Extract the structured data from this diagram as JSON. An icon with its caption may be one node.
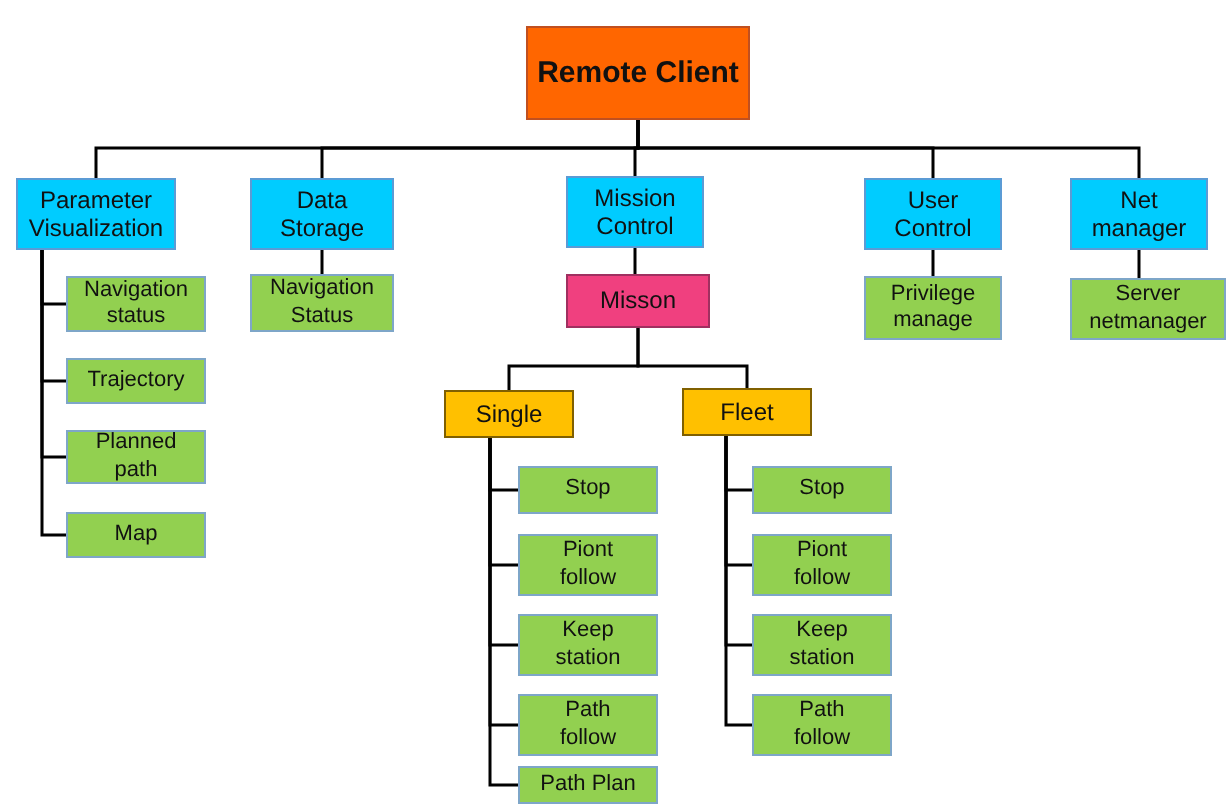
{
  "diagram": {
    "nodes": [
      {
        "text": [
          "Remote Client"
        ]
      },
      {
        "text": [
          "Parameter Visualization"
        ]
      },
      {
        "text": [
          "Data Storage"
        ]
      },
      {
        "text": [
          "Mission Control"
        ]
      },
      {
        "text": [
          "User Control"
        ]
      },
      {
        "text": [
          "Net manager"
        ]
      },
      {
        "text": [
          "Navigation status"
        ]
      },
      {
        "text": [
          "Trajectory"
        ]
      },
      {
        "text": [
          "Planned path"
        ]
      },
      {
        "text": [
          "Map"
        ]
      },
      {
        "text": [
          "Navigation Status"
        ]
      },
      {
        "text": [
          "Misson"
        ]
      },
      {
        "text": [
          "Privilege manage"
        ]
      },
      {
        "text": [
          "Server netmanager"
        ]
      },
      {
        "text": [
          "Single"
        ]
      },
      {
        "text": [
          "Fleet"
        ]
      },
      {
        "text": [
          "Stop"
        ]
      },
      {
        "text": [
          "Piont follow"
        ]
      },
      {
        "text": [
          "Keep station"
        ]
      },
      {
        "text": [
          "Path follow"
        ]
      },
      {
        "text": [
          "Path Plan"
        ]
      },
      {
        "text": [
          "Stop"
        ]
      },
      {
        "text": [
          "Piont follow"
        ]
      },
      {
        "text": [
          "Keep station"
        ]
      },
      {
        "text": [
          "Path follow"
        ]
      }
    ],
    "edges": [
      {
        "from": 0,
        "to": 1,
        "arrow": "none"
      },
      {
        "from": 0,
        "to": 2,
        "arrow": "none"
      },
      {
        "from": 0,
        "to": 3,
        "arrow": "none"
      },
      {
        "from": 0,
        "to": 4,
        "arrow": "none"
      },
      {
        "from": 0,
        "to": 5,
        "arrow": "none"
      },
      {
        "from": 1,
        "to": 6,
        "arrow": "none"
      },
      {
        "from": 1,
        "to": 7,
        "arrow": "none"
      },
      {
        "from": 1,
        "to": 8,
        "arrow": "none"
      },
      {
        "from": 1,
        "to": 9,
        "arrow": "none"
      },
      {
        "from": 2,
        "to": 10,
        "arrow": "none"
      },
      {
        "from": 3,
        "to": 11,
        "arrow": "none"
      },
      {
        "from": 4,
        "to": 12,
        "arrow": "none"
      },
      {
        "from": 5,
        "to": 13,
        "arrow": "none"
      },
      {
        "from": 11,
        "to": 14,
        "arrow": "none"
      },
      {
        "from": 11,
        "to": 15,
        "arrow": "none"
      },
      {
        "from": 14,
        "to": 16,
        "arrow": "none"
      },
      {
        "from": 14,
        "to": 17,
        "arrow": "none"
      },
      {
        "from": 14,
        "to": 18,
        "arrow": "none"
      },
      {
        "from": 14,
        "to": 19,
        "arrow": "none"
      },
      {
        "from": 14,
        "to": 20,
        "arrow": "none"
      },
      {
        "from": 15,
        "to": 21,
        "arrow": "none"
      },
      {
        "from": 15,
        "to": 22,
        "arrow": "none"
      },
      {
        "from": 15,
        "to": 23,
        "arrow": "none"
      },
      {
        "from": 15,
        "to": 24,
        "arrow": "none"
      }
    ]
  }
}
